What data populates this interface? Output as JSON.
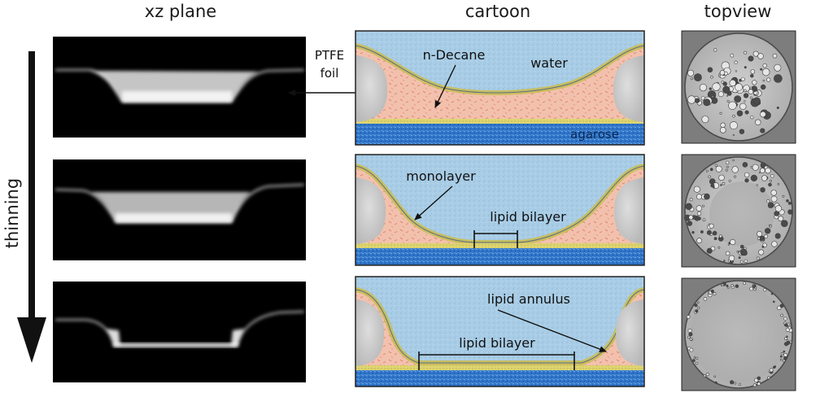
{
  "column_titles": {
    "xz_plane": "xz plane",
    "cartoon": "cartoon",
    "topview": "topview"
  },
  "side_label": "thinning",
  "pointer_label": {
    "line1": "PTFE",
    "line2": "foil"
  },
  "cartoon_labels": {
    "row1": {
      "n_decane": "n-Decane",
      "water": "water",
      "agarose": "agarose"
    },
    "row2": {
      "monolayer": "monolayer",
      "bilayer": "lipid bilayer"
    },
    "row3": {
      "annulus": "lipid annulus",
      "bilayer": "lipid bilayer"
    }
  },
  "colors": {
    "water": "#a9cde6",
    "decane": "#f2c1ad",
    "lipid": "#d8cf6a",
    "agarose": "#2e74c9",
    "ptfe": "#cdcdcd",
    "microscopy_bg": "#000000",
    "topview_bg": "#bdbdbd"
  }
}
